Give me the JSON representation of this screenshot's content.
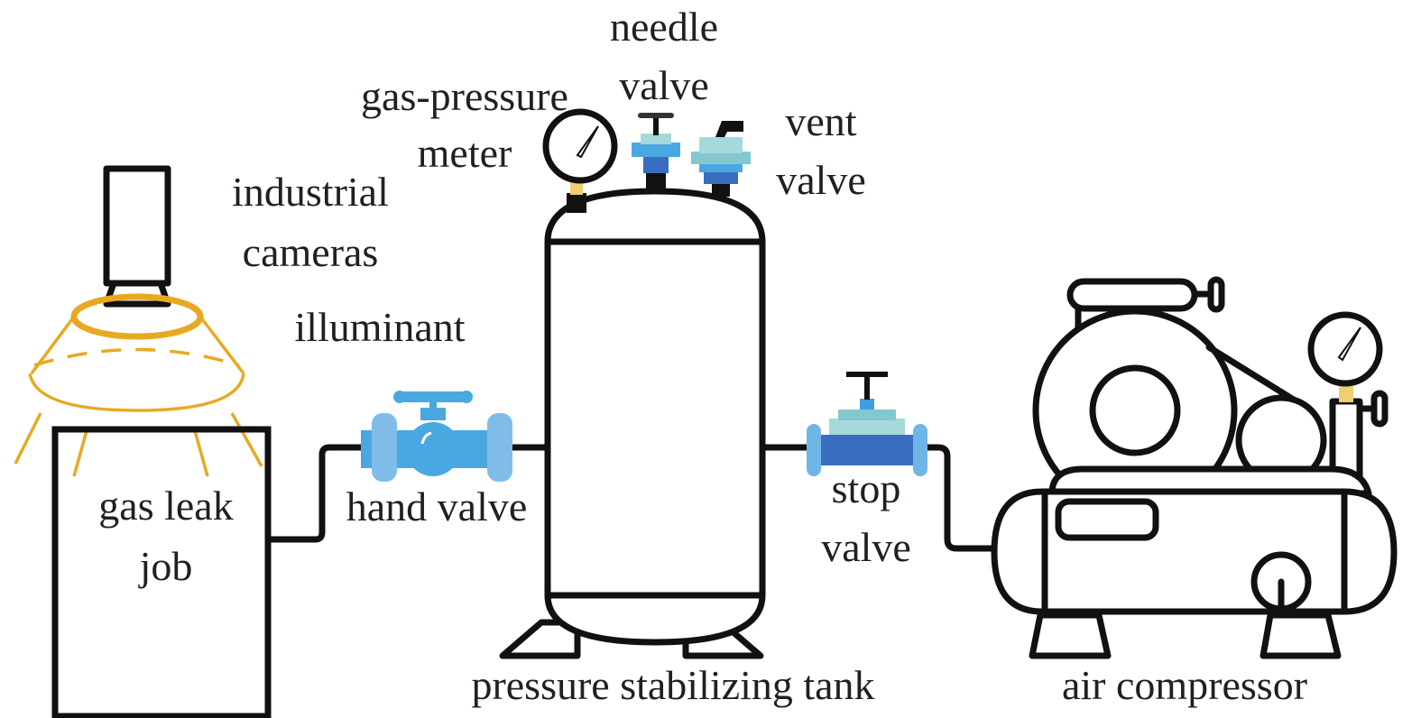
{
  "labels": {
    "needle_valve": [
      "needle",
      "valve"
    ],
    "gas_pressure_meter": [
      "gas-pressure",
      "meter"
    ],
    "vent_valve": [
      "vent",
      "valve"
    ],
    "industrial_cameras": [
      "industrial",
      "cameras"
    ],
    "illuminant": "illuminant",
    "gas_leak_job": [
      "gas leak",
      "job"
    ],
    "hand_valve": "hand valve",
    "stop_valve": [
      "stop",
      "valve"
    ],
    "pressure_stabilizing_tank": "pressure stabilizing tank",
    "air_compressor": "air compressor"
  },
  "colors": {
    "outline": "#111111",
    "illuminant": "#e8a922",
    "valve_blue": "#4aa8e0",
    "valve_dark_blue": "#3a6dbf",
    "valve_light": "#a6d9dc",
    "gauge_stem": "#f0cf72"
  }
}
